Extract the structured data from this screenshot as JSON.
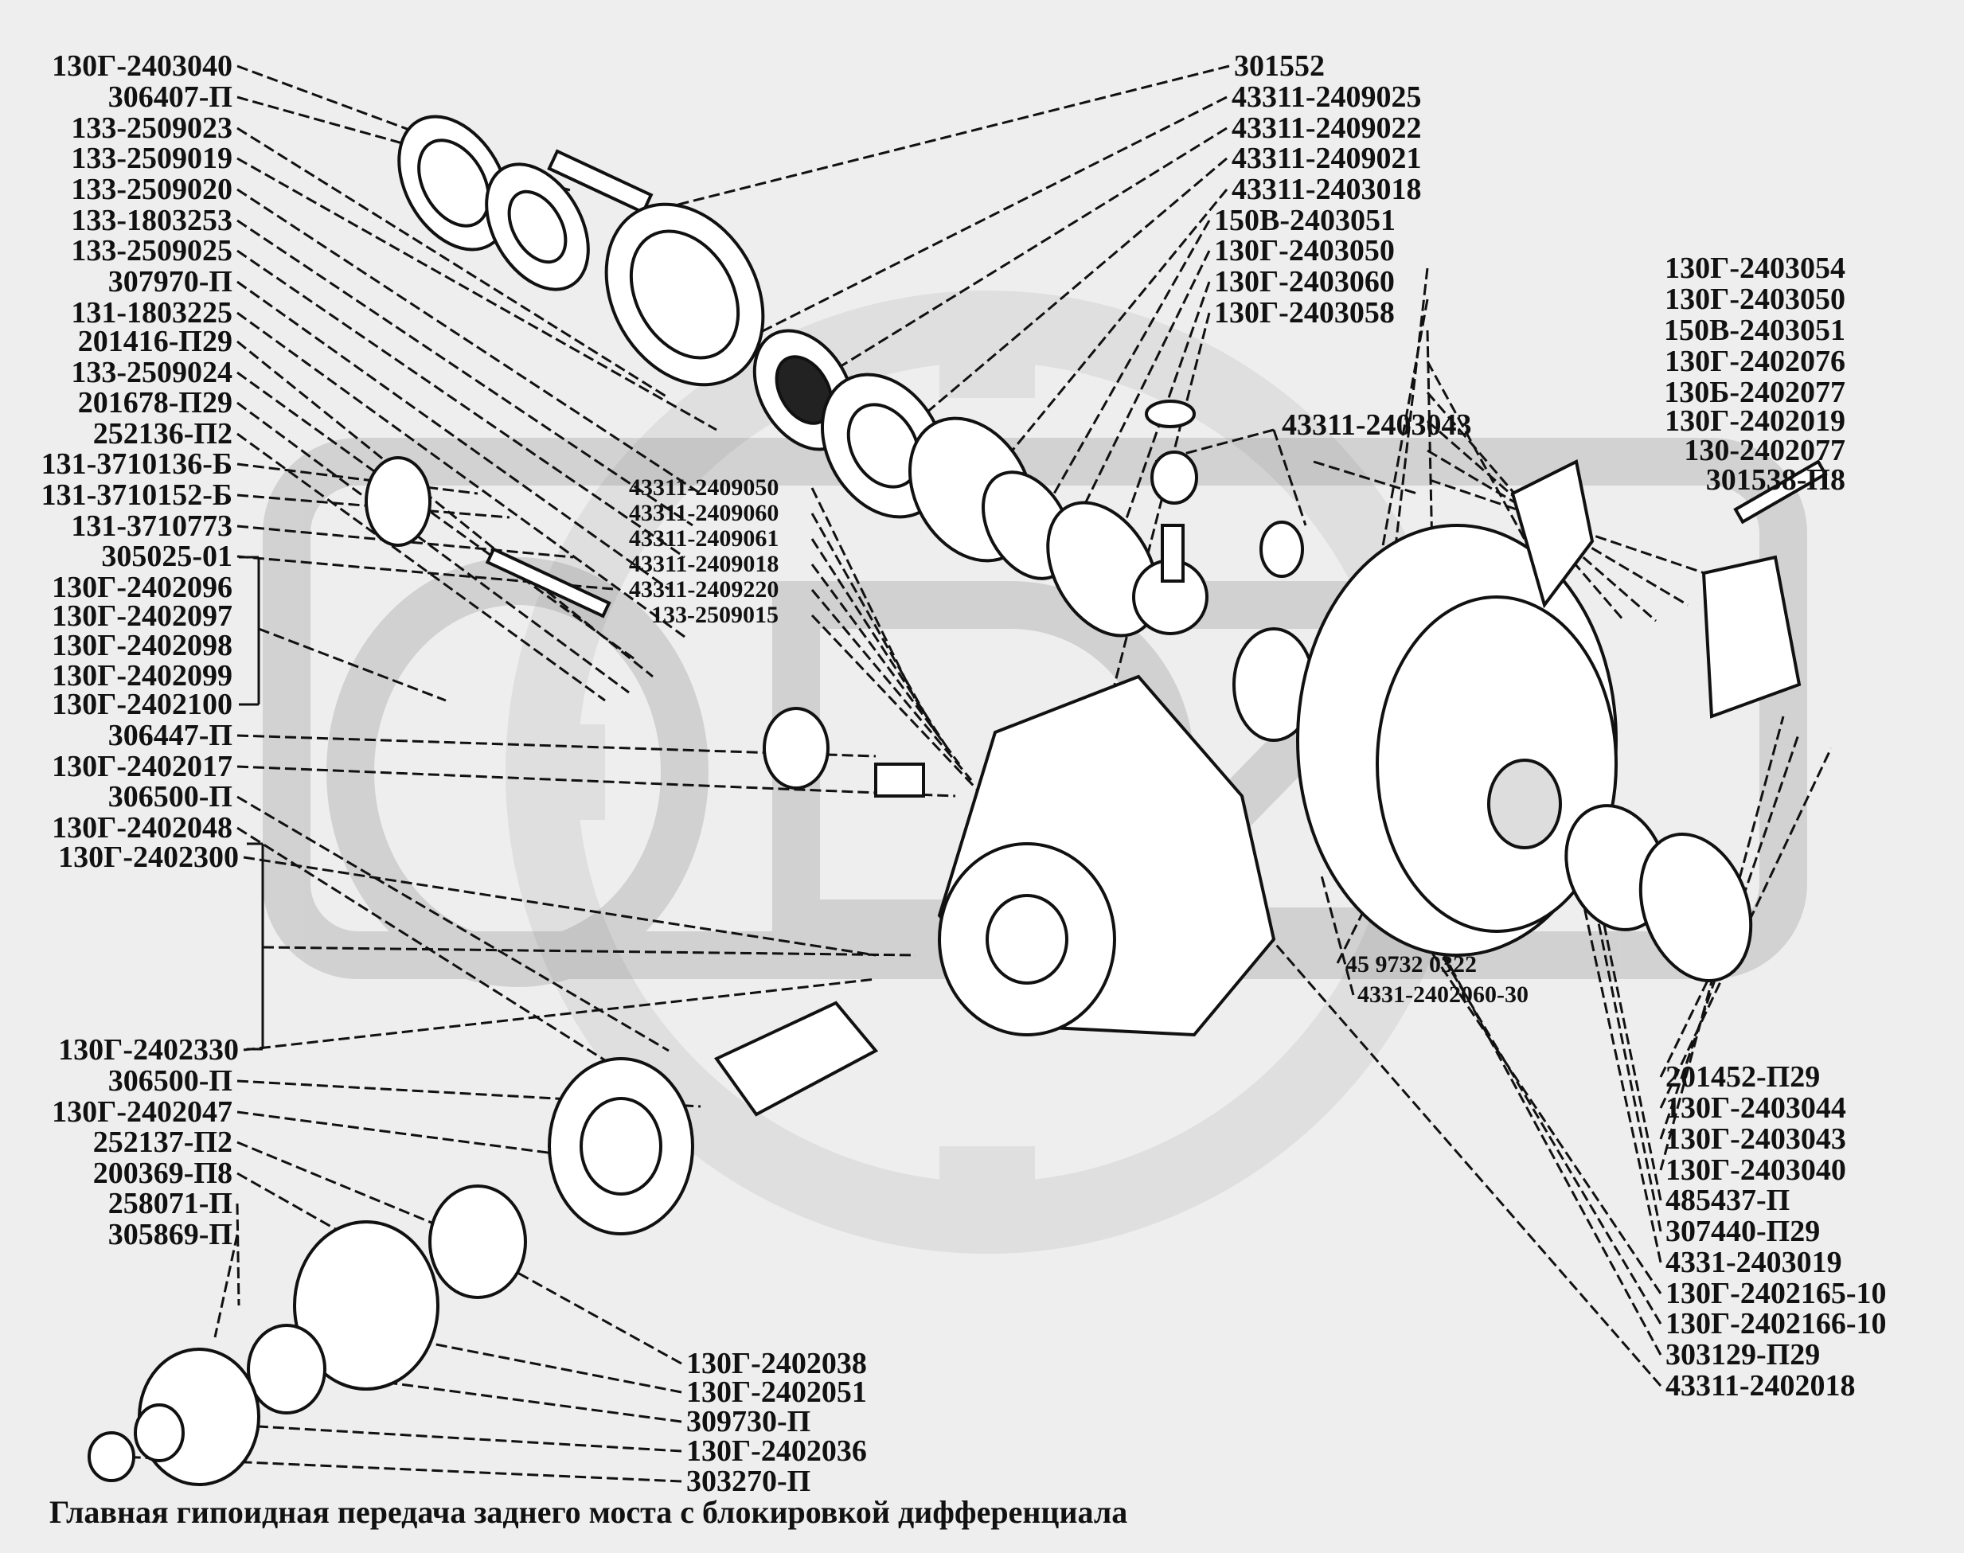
{
  "caption": "Главная гипоидная передача заднего моста с блокировкой дифференциала",
  "left_labels": [
    "130Г-2403040",
    "306407-П",
    "133-2509023",
    "133-2509019",
    "133-2509020",
    "133-1803253",
    "133-2509025",
    "307970-П",
    "131-1803225",
    "201416-П29",
    "133-2509024",
    "201678-П29",
    "252136-П2",
    "131-3710136-Б",
    "131-3710152-Б",
    "131-3710773",
    "305025-01",
    "130Г-2402096",
    "130Г-2402097",
    "130Г-2402098",
    "130Г-2402099",
    "130Г-2402100",
    "306447-П",
    "130Г-2402017",
    "306500-П",
    "130Г-2402048",
    "130Г-2402300",
    "130Г-2402330",
    "306500-П",
    "130Г-2402047",
    "252137-П2",
    "200369-П8",
    "258071-П",
    "305869-П"
  ],
  "top_labels": [
    "301552",
    "43311-2409025",
    "43311-2409022",
    "43311-2409021",
    "43311-2403018",
    "150В-2403051",
    "130Г-2403050",
    "130Г-2403060",
    "130Г-2403058"
  ],
  "right_labels": [
    "130Г-2403054",
    "130Г-2403050",
    "150В-2403051",
    "130Г-2402076",
    "130Б-2402077",
    "130Г-2402019",
    "130-2402077",
    "301538-П8"
  ],
  "mid_labels": [
    "43311-2409050",
    "43311-2409060",
    "43311-2409061",
    "43311-2409018",
    "43311-2409220",
    "133-2509015"
  ],
  "center_label": "43311-2403043",
  "small_labels": [
    "45 9732 0322",
    "4331-2402060-30"
  ],
  "bottom_right_labels": [
    "201452-П29",
    "130Г-2403044",
    "130Г-2403043",
    "130Г-2403040",
    "485437-П",
    "307440-П29",
    "4331-2403019",
    "130Г-2402165-10",
    "130Г-2402166-10",
    "303129-П29",
    "43311-2402018"
  ],
  "bottom_labels": [
    "130Г-2402038",
    "130Г-2402051",
    "309730-П",
    "130Г-2402036",
    "303270-П"
  ]
}
